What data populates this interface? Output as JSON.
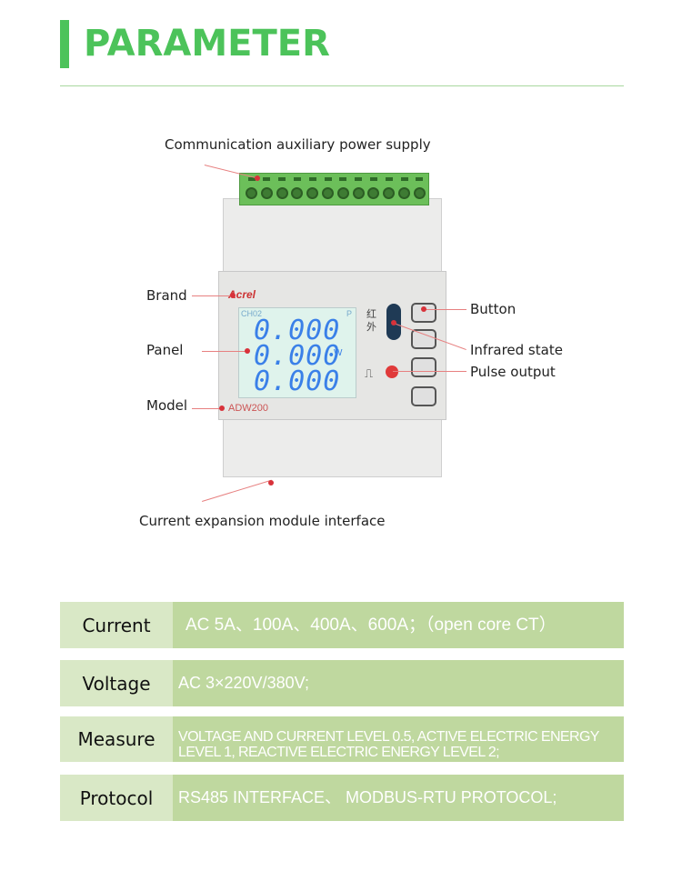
{
  "title": "PARAMETER",
  "device": {
    "brand_text": "Acrel",
    "model_text": "ADW200",
    "lcd": {
      "channel": "CH02",
      "rows": [
        "0.000",
        "0.000",
        "0.000"
      ],
      "unit": "W",
      "corner": "P"
    },
    "ir_label": "红外"
  },
  "callouts": {
    "power": "Communication auxiliary power supply",
    "brand": "Brand",
    "panel": "Panel",
    "model": "Model",
    "button": "Button",
    "infrared": "Infrared state",
    "pulse": "Pulse output",
    "expansion": "Current expansion module interface"
  },
  "specs": [
    {
      "label": "Current",
      "value": "AC 5A、100A、400A、600A；（open core CT）"
    },
    {
      "label": "Voltage",
      "value": "AC 3×220V/380V;"
    },
    {
      "label": "Measure",
      "value": "VOLTAGE AND CURRENT LEVEL 0.5, ACTIVE ELECTRIC ENERGY LEVEL 1, REACTIVE ELECTRIC ENERGY LEVEL 2;"
    },
    {
      "label": "Protocol",
      "value": "RS485 INTERFACE、 MODBUS-RTU  PROTOCOL;"
    }
  ],
  "colors": {
    "accent": "#4cc35a",
    "label_cell": "#d9e8c6",
    "value_cell": "#bfd89f"
  }
}
